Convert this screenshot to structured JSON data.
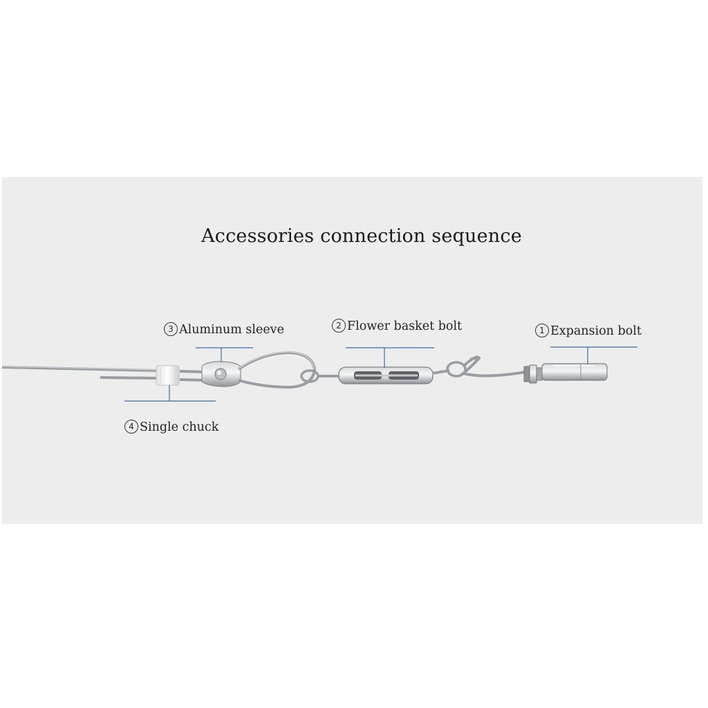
{
  "title": "Accessories connection sequence",
  "labels": {
    "expansion_bolt": {
      "num": "1",
      "text": "Expansion bolt"
    },
    "flower_basket_bolt": {
      "num": "2",
      "text": "Flower basket bolt"
    },
    "aluminum_sleeve": {
      "num": "3",
      "text": "Aluminum sleeve"
    },
    "single_chuck": {
      "num": "4",
      "text": "Single chuck"
    }
  },
  "colors": {
    "panel": "#ededed",
    "leader": "#3a6ea8",
    "metal": "#9a9ea3"
  }
}
